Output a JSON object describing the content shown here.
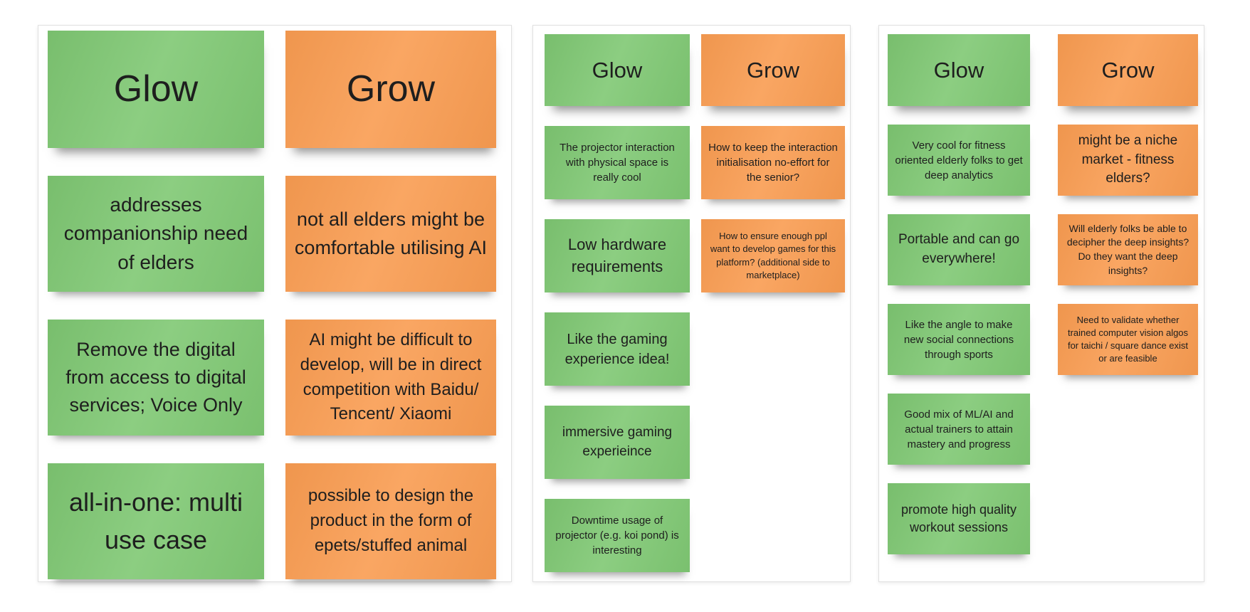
{
  "colors": {
    "glow_note": "#7fc873",
    "grow_note": "#f99c51",
    "note_text": "#1e1e1e",
    "panel_background": "#ffffff",
    "panel_border": "#e0e0e0",
    "canvas_background": "#ffffff"
  },
  "panels": [
    {
      "id": "panel-1",
      "columns": [
        {
          "kind": "glow",
          "header": {
            "text": "Glow",
            "fs": 52
          },
          "notes": [
            {
              "text": "addresses companionship need of elders",
              "fs": 28
            },
            {
              "text": "Remove the digital from access to digital services; Voice Only",
              "fs": 27
            },
            {
              "text": "all-in-one: multi use case",
              "fs": 36
            }
          ]
        },
        {
          "kind": "grow",
          "header": {
            "text": "Grow",
            "fs": 52
          },
          "notes": [
            {
              "text": "not all elders might be comfortable utilising AI",
              "fs": 27
            },
            {
              "text": "AI might be difficult to develop, will be in direct competition with Baidu/ Tencent/ Xiaomi",
              "fs": 24
            },
            {
              "text": "possible to design the product in the form of epets/stuffed animal",
              "fs": 24
            }
          ]
        }
      ]
    },
    {
      "id": "panel-2",
      "columns": [
        {
          "kind": "glow",
          "header": {
            "text": "Glow",
            "fs": 31
          },
          "notes": [
            {
              "text": "The projector interaction with physical space is really cool",
              "fs": 15
            },
            {
              "text": "Low hardware requirements",
              "fs": 22
            },
            {
              "text": "Like the gaming experience idea!",
              "fs": 20
            },
            {
              "text": "immersive gaming experieince",
              "fs": 19
            },
            {
              "text": "Downtime usage of projector (e.g. koi pond) is interesting",
              "fs": 15
            }
          ]
        },
        {
          "kind": "grow",
          "header": {
            "text": "Grow",
            "fs": 31
          },
          "notes": [
            {
              "text": "How to keep the interaction initialisation no-effort for the senior?",
              "fs": 15
            },
            {
              "text": "How to ensure enough ppl want to develop games for this platform? (additional side to marketplace)",
              "fs": 13
            }
          ]
        }
      ]
    },
    {
      "id": "panel-3",
      "columns": [
        {
          "kind": "glow",
          "header": {
            "text": "Glow",
            "fs": 31
          },
          "notes": [
            {
              "text": "Very cool for fitness oriented elderly folks to get deep analytics",
              "fs": 15
            },
            {
              "text": "Portable and can go everywhere!",
              "fs": 19
            },
            {
              "text": "Like the angle to make new social connections through sports",
              "fs": 15
            },
            {
              "text": "Good mix of ML/AI and actual trainers to attain mastery and progress",
              "fs": 15
            },
            {
              "text": "promote high quality workout sessions",
              "fs": 18
            }
          ]
        },
        {
          "kind": "grow",
          "header": {
            "text": "Grow",
            "fs": 31
          },
          "notes": [
            {
              "text": "might be a niche market - fitness elders?",
              "fs": 19
            },
            {
              "text": "Will elderly folks be able to decipher the deep insights? Do they want the deep insights?",
              "fs": 14
            },
            {
              "text": "Need to validate whether trained computer vision algos for taichi / square dance exist or are feasible",
              "fs": 13
            }
          ]
        }
      ]
    }
  ]
}
